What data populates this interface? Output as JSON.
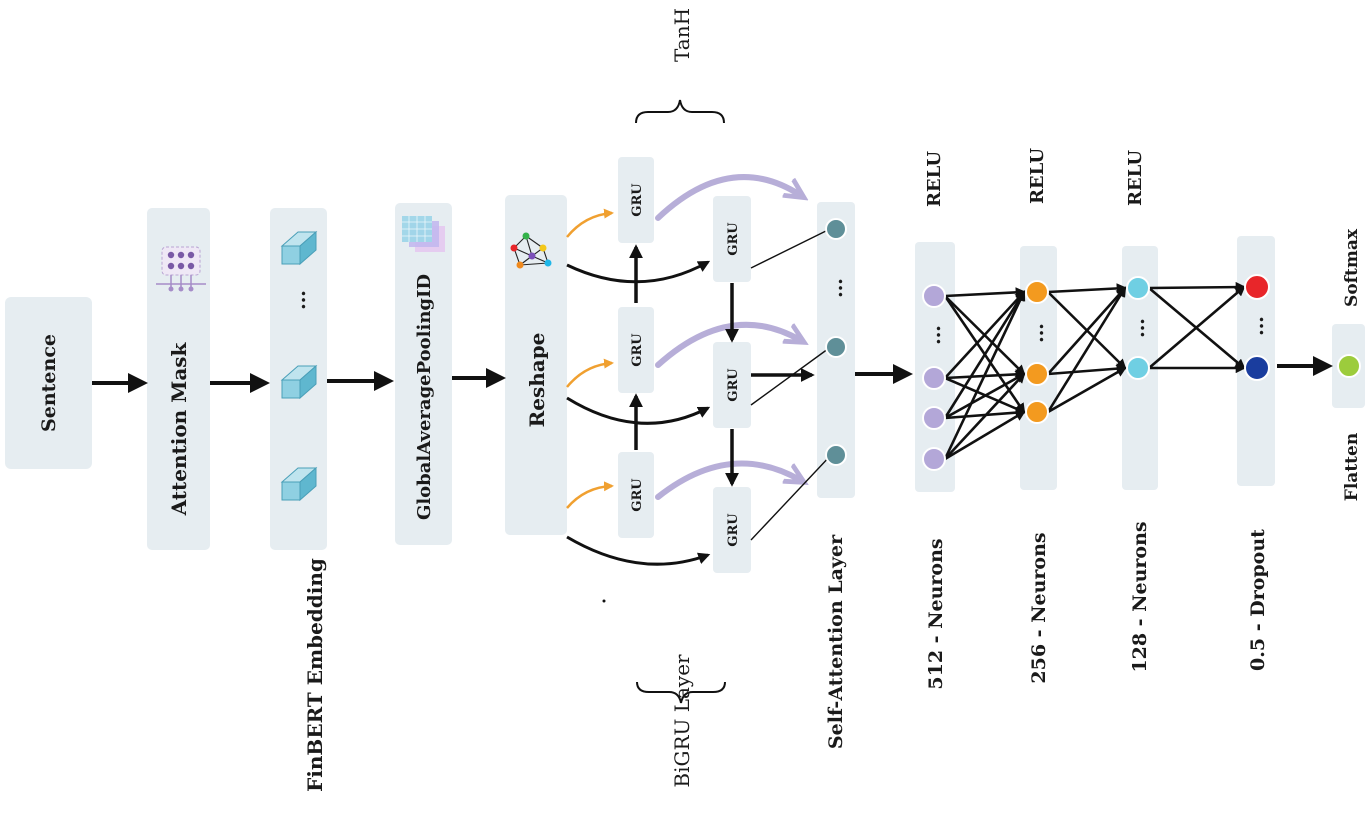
{
  "labels": {
    "sentence": "Sentence",
    "attention_mask": "Attention Mask",
    "finbert": "FinBERT Embedding",
    "pooling": "GlobalAveragePoolingID",
    "reshape": "Reshape",
    "bigru": "BiGRU Layer",
    "tanh": "TanH",
    "self_attention": "Self-Attention Layer",
    "n512": "512 - Neurons",
    "n256": "256 - Neurons",
    "n128": "128 - Neurons",
    "dropout": "0.5 - Dropout",
    "relu1": "RELU",
    "relu2": "RELU",
    "relu3": "RELU",
    "softmax": "Softmax",
    "flatten": "Flatten",
    "gru": "GRU",
    "ellipsis": "..."
  },
  "colors": {
    "box": "#e6edf1",
    "arrow": "#111111",
    "orange_arrow": "#f0a030",
    "lavender_arrow": "#b7aed8",
    "neuron_512": "#b3a7d8",
    "neuron_256": "#f39a1f",
    "neuron_128": "#6fcfe3",
    "neuron_out_red": "#e8262a",
    "neuron_out_blue": "#1a3d9e",
    "neuron_attention": "#5f8f98",
    "neuron_final": "#9ccc3c"
  }
}
